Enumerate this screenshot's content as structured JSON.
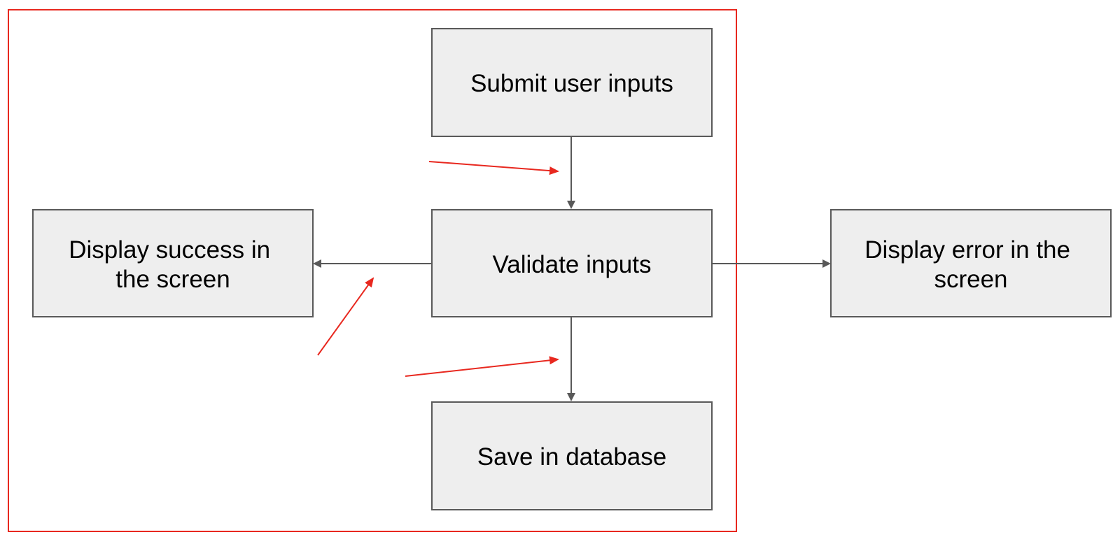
{
  "colors": {
    "box_fill": "#eeeeee",
    "box_stroke": "#595959",
    "connector": "#595959",
    "annotation": "#e8281f",
    "background": "#ffffff"
  },
  "nodes": {
    "submit": {
      "lines": [
        "Submit user inputs"
      ]
    },
    "validate": {
      "lines": [
        "Validate inputs"
      ]
    },
    "save": {
      "lines": [
        "Save in database"
      ]
    },
    "success": {
      "lines": [
        "Display success in",
        "the screen"
      ]
    },
    "error": {
      "lines": [
        "Display error in the",
        "screen"
      ]
    }
  },
  "edges": [
    {
      "from": "submit",
      "to": "validate"
    },
    {
      "from": "validate",
      "to": "save"
    },
    {
      "from": "validate",
      "to": "success"
    },
    {
      "from": "validate",
      "to": "error"
    }
  ],
  "annotations": {
    "frame": "highlight-frame",
    "arrow_count": 3
  }
}
